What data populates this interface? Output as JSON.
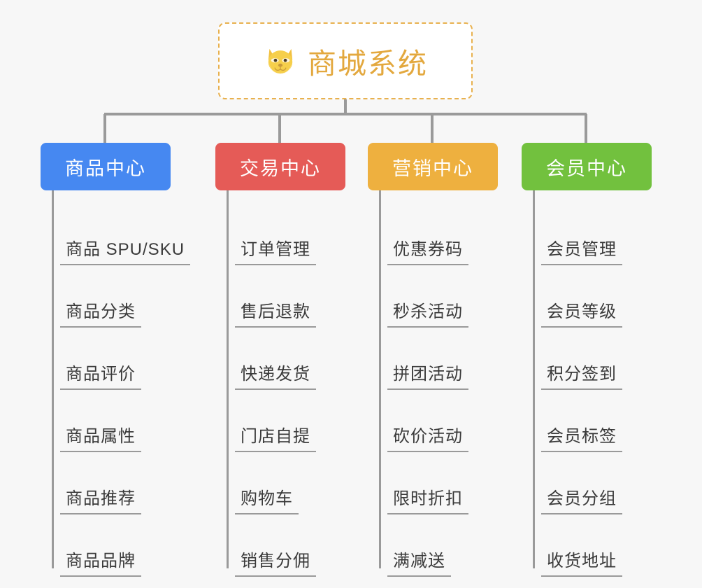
{
  "page": {
    "background_color": "#f7f7f7",
    "line_color": "#9a9a9a"
  },
  "root": {
    "title": "商城系统",
    "icon": "dog-face-icon",
    "icon_glyph": "🐶",
    "text_color": "#e3a83e",
    "border_color": "#e8b14f",
    "fill_color": "#ffffff"
  },
  "branches": [
    {
      "label": "商品中心",
      "color": "#4688f1",
      "items": [
        {
          "label": "商品 SPU/SKU"
        },
        {
          "label": "商品分类"
        },
        {
          "label": "商品评价"
        },
        {
          "label": "商品属性"
        },
        {
          "label": "商品推荐"
        },
        {
          "label": "商品品牌"
        }
      ]
    },
    {
      "label": "交易中心",
      "color": "#e55b57",
      "items": [
        {
          "label": "订单管理"
        },
        {
          "label": "售后退款"
        },
        {
          "label": "快递发货"
        },
        {
          "label": "门店自提"
        },
        {
          "label": "购物车"
        },
        {
          "label": "销售分佣"
        }
      ]
    },
    {
      "label": "营销中心",
      "color": "#eeb03f",
      "items": [
        {
          "label": "优惠券码"
        },
        {
          "label": "秒杀活动"
        },
        {
          "label": "拼团活动"
        },
        {
          "label": "砍价活动"
        },
        {
          "label": "限时折扣"
        },
        {
          "label": "满减送"
        }
      ]
    },
    {
      "label": "会员中心",
      "color": "#72c13e",
      "items": [
        {
          "label": "会员管理"
        },
        {
          "label": "会员等级"
        },
        {
          "label": "积分签到"
        },
        {
          "label": "会员标签"
        },
        {
          "label": "会员分组"
        },
        {
          "label": "收货地址"
        }
      ]
    }
  ]
}
